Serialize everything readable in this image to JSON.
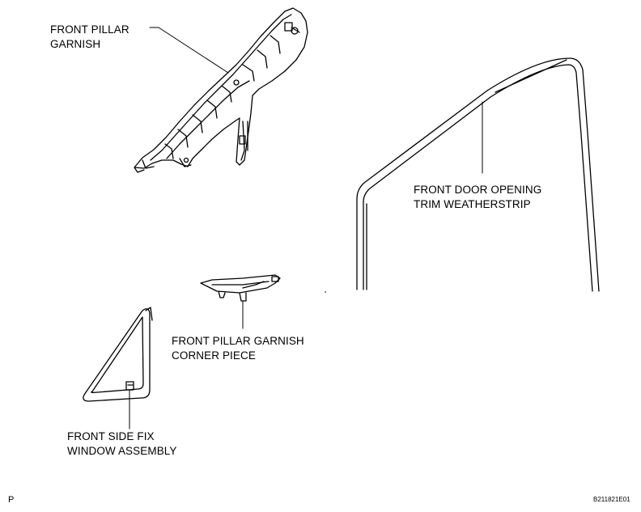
{
  "labels": {
    "front_pillar_garnish": [
      "FRONT PILLAR",
      "GARNISH"
    ],
    "front_door_opening_trim_weatherstrip": [
      "FRONT DOOR OPENING",
      "TRIM WEATHERSTRIP"
    ],
    "front_pillar_garnish_corner_piece": [
      "FRONT PILLAR GARNISH",
      "CORNER PIECE"
    ],
    "front_side_fix_window_assembly": [
      "FRONT SIDE FIX",
      "WINDOW ASSEMBLY"
    ]
  },
  "footer": {
    "left_code": "P",
    "right_code": "B211821E01"
  },
  "colors": {
    "line": "#000000",
    "background": "#ffffff"
  }
}
